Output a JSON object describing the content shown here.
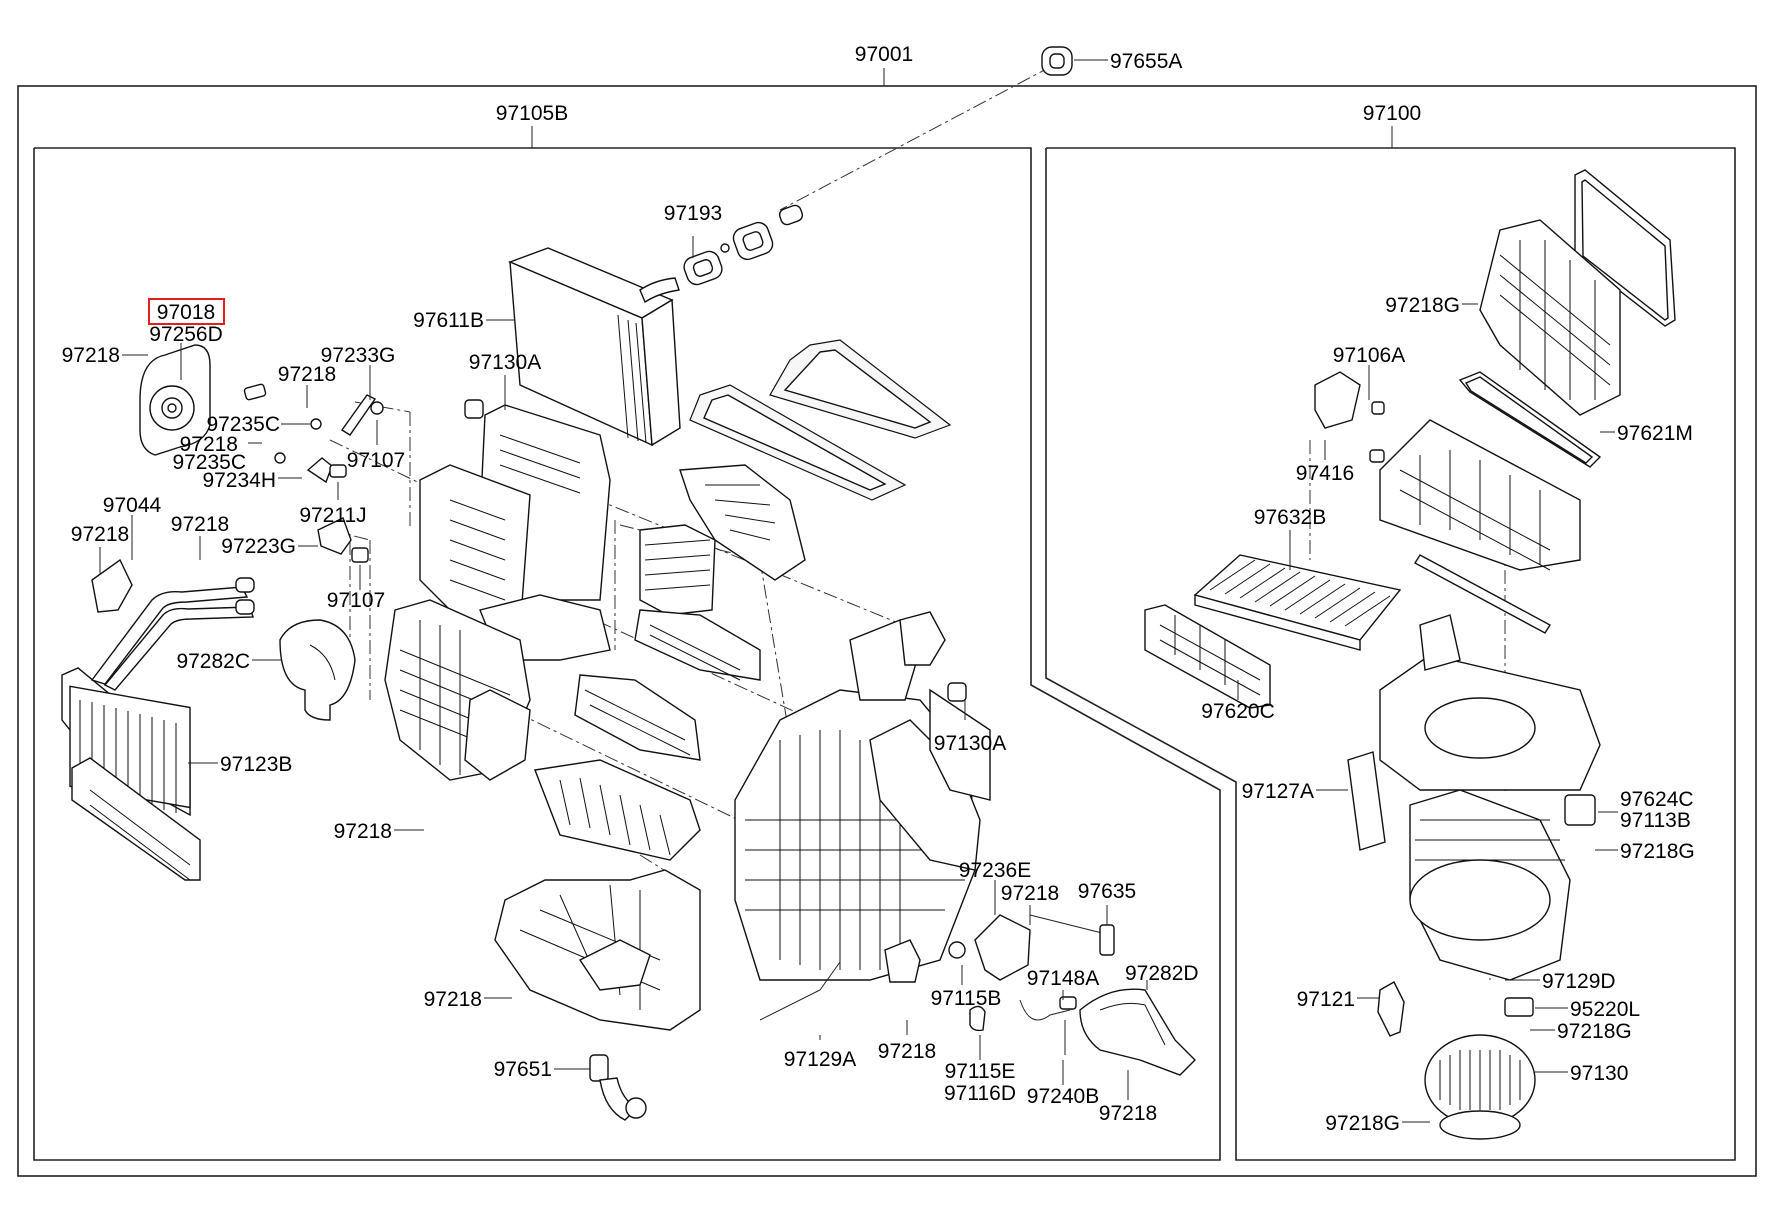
{
  "highlight_color": "#e02020",
  "assembly": {
    "label": "97001"
  },
  "sections": {
    "left": {
      "label": "97105B"
    },
    "right": {
      "label": "97100"
    }
  },
  "labels": [
    {
      "id": "l_97655A",
      "text": "97655A",
      "panel": "top"
    },
    {
      "id": "l_97193",
      "text": "97193",
      "panel": "left"
    },
    {
      "id": "l_97018",
      "text": "97018",
      "panel": "left",
      "highlighted": true
    },
    {
      "id": "l_97256D",
      "text": "97256D",
      "panel": "left"
    },
    {
      "id": "l_97218_a",
      "text": "97218",
      "panel": "left"
    },
    {
      "id": "l_97233G",
      "text": "97233G",
      "panel": "left"
    },
    {
      "id": "l_97218_b",
      "text": "97218",
      "panel": "left"
    },
    {
      "id": "l_97611B",
      "text": "97611B",
      "panel": "left"
    },
    {
      "id": "l_97130A_a",
      "text": "97130A",
      "panel": "left"
    },
    {
      "id": "l_97235C_a",
      "text": "97235C",
      "panel": "left"
    },
    {
      "id": "l_97218_c",
      "text": "97218",
      "panel": "left"
    },
    {
      "id": "l_97235C_b",
      "text": "97235C",
      "panel": "left"
    },
    {
      "id": "l_97107_a",
      "text": "97107",
      "panel": "left"
    },
    {
      "id": "l_97234H",
      "text": "97234H",
      "panel": "left"
    },
    {
      "id": "l_97044",
      "text": "97044",
      "panel": "left"
    },
    {
      "id": "l_97211J",
      "text": "97211J",
      "panel": "left"
    },
    {
      "id": "l_97218_d",
      "text": "97218",
      "panel": "left"
    },
    {
      "id": "l_97218_e",
      "text": "97218",
      "panel": "left"
    },
    {
      "id": "l_97223G",
      "text": "97223G",
      "panel": "left"
    },
    {
      "id": "l_97107_b",
      "text": "97107",
      "panel": "left"
    },
    {
      "id": "l_97282C",
      "text": "97282C",
      "panel": "left"
    },
    {
      "id": "l_97130A_b",
      "text": "97130A",
      "panel": "left"
    },
    {
      "id": "l_97123B",
      "text": "97123B",
      "panel": "left"
    },
    {
      "id": "l_97218_f",
      "text": "97218",
      "panel": "left"
    },
    {
      "id": "l_97236E",
      "text": "97236E",
      "panel": "left"
    },
    {
      "id": "l_97218_g",
      "text": "97218",
      "panel": "left"
    },
    {
      "id": "l_97635",
      "text": "97635",
      "panel": "left"
    },
    {
      "id": "l_97148A",
      "text": "97148A",
      "panel": "left"
    },
    {
      "id": "l_97282D",
      "text": "97282D",
      "panel": "left"
    },
    {
      "id": "l_97115B",
      "text": "97115B",
      "panel": "left"
    },
    {
      "id": "l_97218_h",
      "text": "97218",
      "panel": "left"
    },
    {
      "id": "l_97129A",
      "text": "97129A",
      "panel": "left"
    },
    {
      "id": "l_97218_i",
      "text": "97218",
      "panel": "left"
    },
    {
      "id": "l_97115E",
      "text": "97115E",
      "panel": "left"
    },
    {
      "id": "l_97116D",
      "text": "97116D",
      "panel": "left"
    },
    {
      "id": "l_97240B",
      "text": "97240B",
      "panel": "left"
    },
    {
      "id": "l_97218_j",
      "text": "97218",
      "panel": "left"
    },
    {
      "id": "l_97651",
      "text": "97651",
      "panel": "left"
    },
    {
      "id": "l_97218G_a",
      "text": "97218G",
      "panel": "right"
    },
    {
      "id": "l_97106A",
      "text": "97106A",
      "panel": "right"
    },
    {
      "id": "l_97621M",
      "text": "97621M",
      "panel": "right"
    },
    {
      "id": "l_97416",
      "text": "97416",
      "panel": "right"
    },
    {
      "id": "l_97632B",
      "text": "97632B",
      "panel": "right"
    },
    {
      "id": "l_97620C",
      "text": "97620C",
      "panel": "right"
    },
    {
      "id": "l_97127A",
      "text": "97127A",
      "panel": "right"
    },
    {
      "id": "l_97624C",
      "text": "97624C",
      "panel": "right"
    },
    {
      "id": "l_97113B",
      "text": "97113B",
      "panel": "right"
    },
    {
      "id": "l_97218G_b",
      "text": "97218G",
      "panel": "right"
    },
    {
      "id": "l_97129D",
      "text": "97129D",
      "panel": "right"
    },
    {
      "id": "l_97121",
      "text": "97121",
      "panel": "right"
    },
    {
      "id": "l_95220L",
      "text": "95220L",
      "panel": "right"
    },
    {
      "id": "l_97218G_c",
      "text": "97218G",
      "panel": "right"
    },
    {
      "id": "l_97130",
      "text": "97130",
      "panel": "right"
    },
    {
      "id": "l_97218G_d",
      "text": "97218G",
      "panel": "right"
    }
  ]
}
